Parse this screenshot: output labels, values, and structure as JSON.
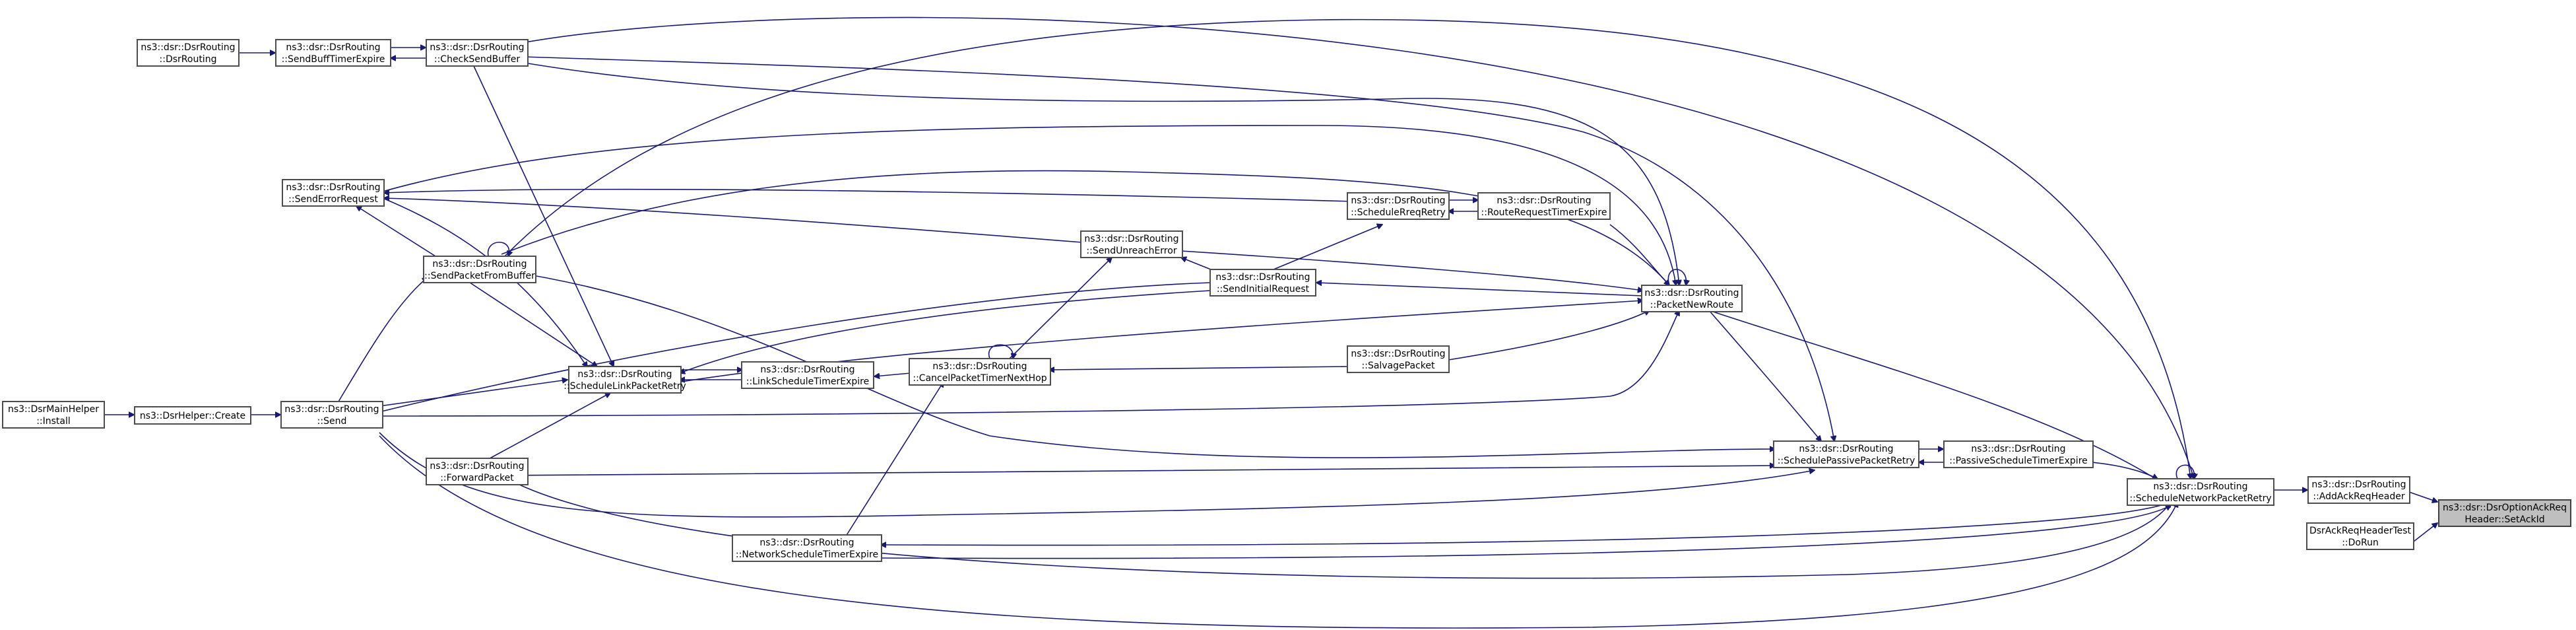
{
  "graph": {
    "colors": {
      "edge": "#191970",
      "node_border": "#4d4d4d",
      "focus_fill": "#bfbfbf"
    },
    "nodes": [
      {
        "id": "focus",
        "line1": "ns3::dsr::DsrOptionAckReq",
        "line2": "Header::SetAckId",
        "focus": true
      },
      {
        "id": "addAckReqHeader",
        "line1": "ns3::dsr::DsrRouting",
        "line2": "::AddAckReqHeader"
      },
      {
        "id": "doRun",
        "line1": "DsrAckReqHeaderTest",
        "line2": "::DoRun"
      },
      {
        "id": "scheduleNetworkPacketRetry",
        "line1": "ns3::dsr::DsrRouting",
        "line2": "::ScheduleNetworkPacketRetry"
      },
      {
        "id": "passiveScheduleTimerExpire",
        "line1": "ns3::dsr::DsrRouting",
        "line2": "::PassiveScheduleTimerExpire"
      },
      {
        "id": "schedulePassivePacketRetry",
        "line1": "ns3::dsr::DsrRouting",
        "line2": "::SchedulePassivePacketRetry"
      },
      {
        "id": "packetNewRoute",
        "line1": "ns3::dsr::DsrRouting",
        "line2": "::PacketNewRoute"
      },
      {
        "id": "routeRequestTimerExpire",
        "line1": "ns3::dsr::DsrRouting",
        "line2": "::RouteRequestTimerExpire"
      },
      {
        "id": "scheduleRreqRetry",
        "line1": "ns3::dsr::DsrRouting",
        "line2": "::ScheduleRreqRetry"
      },
      {
        "id": "sendInitialRequest",
        "line1": "ns3::dsr::DsrRouting",
        "line2": "::SendInitialRequest"
      },
      {
        "id": "salvagePacket",
        "line1": "ns3::dsr::DsrRouting",
        "line2": "::SalvagePacket"
      },
      {
        "id": "sendUnreachError",
        "line1": "ns3::dsr::DsrRouting",
        "line2": "::SendUnreachError"
      },
      {
        "id": "cancelPacketTimerNextHop",
        "line1": "ns3::dsr::DsrRouting",
        "line2": "::CancelPacketTimerNextHop"
      },
      {
        "id": "linkScheduleTimerExpire",
        "line1": "ns3::dsr::DsrRouting",
        "line2": "::LinkScheduleTimerExpire"
      },
      {
        "id": "networkScheduleTimerExpire",
        "line1": "ns3::dsr::DsrRouting",
        "line2": "::NetworkScheduleTimerExpire"
      },
      {
        "id": "scheduleLinkPacketRetry",
        "line1": "ns3::dsr::DsrRouting",
        "line2": "::ScheduleLinkPacketRetry"
      },
      {
        "id": "sendErrorRequest",
        "line1": "ns3::dsr::DsrRouting",
        "line2": "::SendErrorRequest"
      },
      {
        "id": "sendPacketFromBuffer",
        "line1": "ns3::dsr::DsrRouting",
        "line2": "::SendPacketFromBuffer"
      },
      {
        "id": "checkSendBuffer",
        "line1": "ns3::dsr::DsrRouting",
        "line2": "::CheckSendBuffer"
      },
      {
        "id": "sendBuffTimerExpire",
        "line1": "ns3::dsr::DsrRouting",
        "line2": "::SendBuffTimerExpire"
      },
      {
        "id": "dsrRouting",
        "line1": "ns3::dsr::DsrRouting",
        "line2": "::DsrRouting"
      },
      {
        "id": "send",
        "line1": "ns3::dsr::DsrRouting",
        "line2": "::Send"
      },
      {
        "id": "forwardPacket",
        "line1": "ns3::dsr::DsrRouting",
        "line2": "::ForwardPacket"
      },
      {
        "id": "dsrHelperCreate",
        "line1": "ns3::DsrHelper::Create",
        "line2": ""
      },
      {
        "id": "dsrMainHelperInstall",
        "line1": "ns3::DsrMainHelper",
        "line2": "::Install"
      }
    ]
  }
}
